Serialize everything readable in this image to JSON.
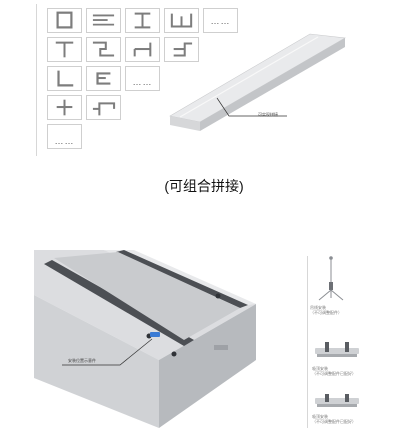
{
  "top": {
    "layouts": [
      {
        "name": "square",
        "text": ""
      },
      {
        "name": "parallel-lines",
        "text": ""
      },
      {
        "name": "i-shape",
        "text": ""
      },
      {
        "name": "u-shape",
        "text": ""
      },
      {
        "name": "more",
        "text": "……"
      },
      {
        "name": "t-shape",
        "text": ""
      },
      {
        "name": "s-step",
        "text": ""
      },
      {
        "name": "h-shape",
        "text": ""
      },
      {
        "name": "l-step",
        "text": ""
      },
      {
        "name": "l-corner",
        "text": ""
      },
      {
        "name": "c-shape",
        "text": ""
      },
      {
        "name": "more",
        "text": "……"
      },
      {
        "name": "cross",
        "text": ""
      },
      {
        "name": "z-step",
        "text": ""
      },
      {
        "name": "more",
        "text": "……"
      }
    ],
    "callout_label": "可实现拼接",
    "caption": "(可组合拼接)"
  },
  "bottom": {
    "callout_label": "安装位置示意件",
    "mounts": [
      {
        "label_line1": "吊线安装",
        "label_line2": "（不可调整配件）"
      },
      {
        "label_line1": "吸顶安装",
        "label_line2": "（不可调整配件已配好）"
      },
      {
        "label_line1": "吸顶安装",
        "label_line2": "（不可调整配件已配好）"
      }
    ]
  },
  "colors": {
    "tile_border": "#cfcfcf",
    "stroke": "#7d7d7d",
    "accent": "#3a7bd5",
    "fixture_body": "#e3e4e6"
  }
}
